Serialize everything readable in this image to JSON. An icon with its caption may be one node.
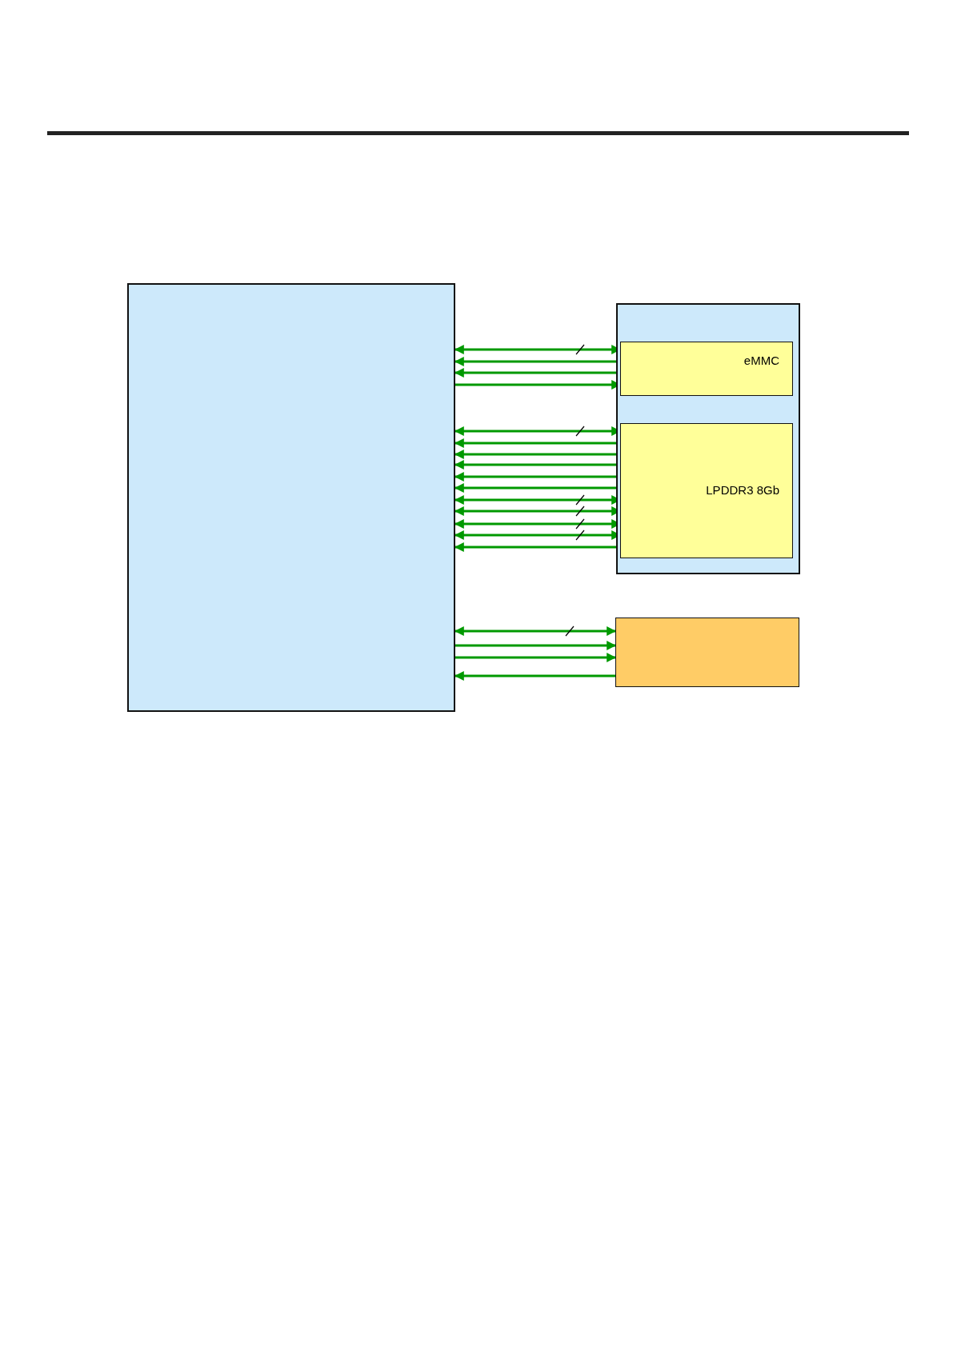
{
  "diagram": {
    "nodes": [
      {
        "text": [],
        "shape": "box"
      },
      {
        "text": [],
        "shape": "box"
      },
      {
        "text": [
          "eMMC"
        ],
        "in": 1
      },
      {
        "text": [
          "LPDDR3 8Gb"
        ],
        "in": 1
      },
      {
        "text": [],
        "shape": "box"
      }
    ],
    "edges": [
      {
        "from": 0,
        "to": 2,
        "arrow": "both"
      },
      {
        "from": 2,
        "to": 0,
        "arrow": "to"
      },
      {
        "from": 2,
        "to": 0,
        "arrow": "to"
      },
      {
        "from": 0,
        "to": 2,
        "arrow": "to"
      },
      {
        "from": 0,
        "to": 3,
        "arrow": "both"
      },
      {
        "from": 3,
        "to": 0,
        "arrow": "to"
      },
      {
        "from": 3,
        "to": 0,
        "arrow": "to"
      },
      {
        "from": 3,
        "to": 0,
        "arrow": "to"
      },
      {
        "from": 3,
        "to": 0,
        "arrow": "to"
      },
      {
        "from": 3,
        "to": 0,
        "arrow": "to"
      },
      {
        "from": 0,
        "to": 3,
        "arrow": "both"
      },
      {
        "from": 0,
        "to": 3,
        "arrow": "both"
      },
      {
        "from": 0,
        "to": 3,
        "arrow": "both"
      },
      {
        "from": 0,
        "to": 3,
        "arrow": "both"
      },
      {
        "from": 3,
        "to": 0,
        "arrow": "to"
      },
      {
        "from": 0,
        "to": 4,
        "arrow": "both"
      },
      {
        "from": 0,
        "to": 4,
        "arrow": "to"
      },
      {
        "from": 0,
        "to": 4,
        "arrow": "to"
      },
      {
        "from": 4,
        "to": 0,
        "arrow": "to"
      }
    ]
  }
}
